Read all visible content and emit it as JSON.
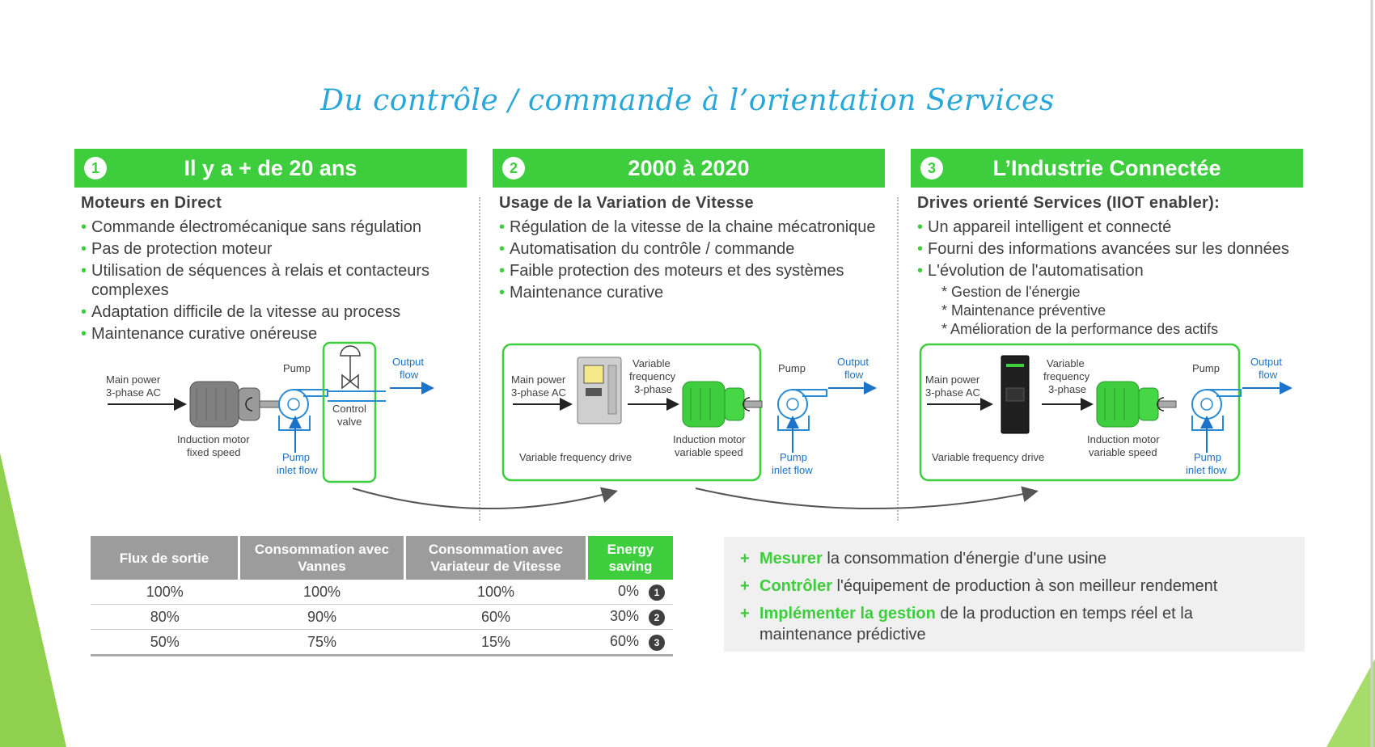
{
  "title": "Du contrôle / commande à l’orientation Services",
  "columns": [
    {
      "number": "1",
      "banner": "Il y a  + de 20 ans",
      "subhead": "Moteurs en Direct",
      "bullets": [
        "Commande électromécanique sans régulation",
        "Pas de protection moteur",
        "Utilisation de séquences à relais et contacteurs complexes",
        "Adaptation difficile de la vitesse au process",
        "Maintenance curative onéreuse"
      ]
    },
    {
      "number": "2",
      "banner": "2000 à 2020",
      "subhead": "Usage de la Variation de Vitesse",
      "bullets": [
        "Régulation de la vitesse de la chaine mécatronique",
        "Automatisation du contrôle / commande",
        "Faible protection des moteurs et des systèmes",
        "Maintenance curative"
      ]
    },
    {
      "number": "3",
      "banner": "L’Industrie Connectée",
      "subhead": "Drives orienté Services (IIOT enabler):",
      "bullets": [
        "Un appareil intelligent et connecté",
        "Fourni des informations avancées sur les données",
        "L'évolution de l'automatisation"
      ],
      "sub_bullets": [
        "* Gestion de l'énergie",
        "* Maintenance préventive",
        "* Amélioration de la performance des actifs"
      ]
    }
  ],
  "diagrams": {
    "d1": {
      "main_power": [
        "Main power",
        "3-phase AC"
      ],
      "motor": [
        "Induction motor",
        "fixed speed"
      ],
      "pump": "Pump",
      "valve": [
        "Control",
        "valve"
      ],
      "output": [
        "Output",
        "flow"
      ],
      "inlet": [
        "Pump",
        "inlet flow"
      ]
    },
    "d2": {
      "main_power": [
        "Main power",
        "3-phase AC"
      ],
      "vf": [
        "Variable",
        "frequency",
        "3-phase"
      ],
      "drive": "Variable frequency drive",
      "motor": [
        "Induction motor",
        "variable speed"
      ],
      "pump": "Pump",
      "output": [
        "Output",
        "flow"
      ],
      "inlet": [
        "Pump",
        "inlet flow"
      ]
    },
    "d3": {
      "main_power": [
        "Main power",
        "3-phase AC"
      ],
      "vf": [
        "Variable",
        "frequency",
        "3-phase"
      ],
      "drive": "Variable frequency drive",
      "motor": [
        "Induction motor",
        "variable speed"
      ],
      "pump": "Pump",
      "output": [
        "Output",
        "flow"
      ],
      "inlet": [
        "Pump",
        "inlet flow"
      ]
    }
  },
  "table": {
    "headers": [
      "Flux de sortie",
      "Consommation avec Vannes",
      "Consommation avec Variateur de Vitesse",
      "Energy saving"
    ],
    "rows": [
      [
        "100%",
        "100%",
        "100%",
        "0%",
        "1"
      ],
      [
        "80%",
        "90%",
        "60%",
        "30%",
        "2"
      ],
      [
        "50%",
        "75%",
        "15%",
        "60%",
        "3"
      ]
    ]
  },
  "services": [
    {
      "kw": "Mesurer",
      "rest": " la consommation d'énergie d'une usine"
    },
    {
      "kw": "Contrôler",
      "rest": " l'équipement de production à son meilleur rendement"
    },
    {
      "kw": "Implémenter la gestion",
      "rest": " de la production en temps réel et la maintenance prédictive"
    }
  ],
  "colors": {
    "green": "#3dcd3d",
    "blue": "#2aa7d8",
    "flow": "#1a73c8"
  }
}
